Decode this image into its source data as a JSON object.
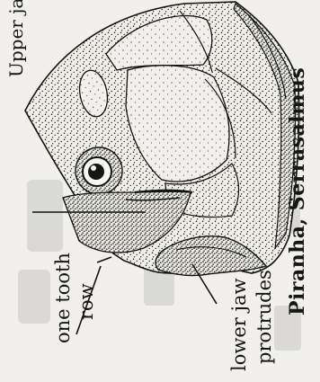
{
  "labels": {
    "one_tooth_line1": "one tooth",
    "one_tooth_line2": "row",
    "lower_jaw_line1": "lower jaw",
    "lower_jaw_line2": "protrudes",
    "species_name": "Piranha, Serrasalmus",
    "top_partial": "Upper jaw ..."
  },
  "colors": {
    "paper": "#f1f0ec",
    "ink": "#161616"
  }
}
